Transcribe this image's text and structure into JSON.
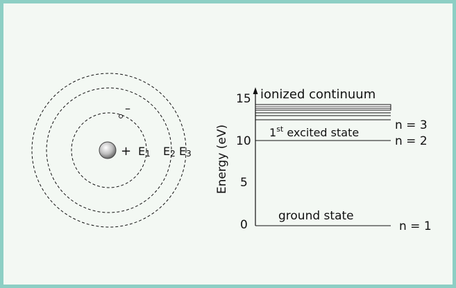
{
  "atom": {
    "nucleus_sign": "+",
    "electron_sign": "–",
    "orbit_labels": [
      {
        "base": "E",
        "sub": "1"
      },
      {
        "base": "E",
        "sub": "2"
      },
      {
        "base": "E",
        "sub": "3"
      }
    ]
  },
  "energy_diagram": {
    "axis_label": "Energy (eV)",
    "y_ticks": [
      "15",
      "10",
      "5",
      "0"
    ],
    "continuum_label": "ionized continuum",
    "excited_label": {
      "base": "1",
      "sup": "st",
      "rest": " excited state"
    },
    "ground_label": "ground state",
    "level_labels": {
      "n3": "n = 3",
      "n2": "n = 2",
      "n1": "n = 1"
    }
  },
  "colors": {
    "border": "#8dcfc4",
    "background": "#f3f8f3",
    "ink": "#111111"
  }
}
